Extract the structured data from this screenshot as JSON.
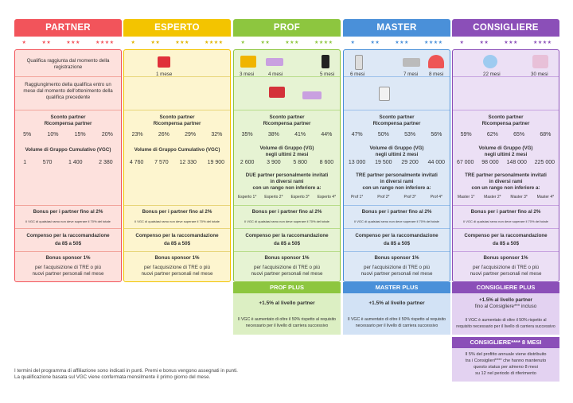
{
  "columns": [
    {
      "key": "partner",
      "title": "PARTNER",
      "color": "#f2545b",
      "light": "#fde1dd",
      "stars": [
        "★",
        "★★",
        "★★★",
        "★★★★"
      ],
      "qual_months": [],
      "discount_values": [
        "5%",
        "10%",
        "15%",
        "20%"
      ],
      "vgc_values": [
        "1",
        "570",
        "1 400",
        "2 380"
      ]
    },
    {
      "key": "esperto",
      "title": "ESPERTO",
      "color": "#f3c400",
      "light": "#fdf5cf",
      "stars": [
        "★",
        "★★",
        "★★★",
        "★★★★"
      ],
      "qual_months": [
        "1 mese"
      ],
      "discount_values": [
        "23%",
        "26%",
        "29%",
        "32%"
      ],
      "vgc_values": [
        "4 760",
        "7 570",
        "12 330",
        "19 900"
      ]
    },
    {
      "key": "prof",
      "title": "PROF",
      "color": "#8dc63f",
      "light": "#e6f3d3",
      "stars": [
        "★",
        "★★",
        "★★★",
        "★★★★"
      ],
      "qual_months": [
        "3 mesi",
        "4 mesi",
        "5 mesi"
      ],
      "discount_values": [
        "35%",
        "38%",
        "41%",
        "44%"
      ],
      "vg_values": [
        "2 600",
        "3 900",
        "5 800",
        "8 600"
      ],
      "invite_ranks": [
        "Esperto 1*",
        "Esperto 2*",
        "Esperto 3*",
        "Esperto 4*"
      ]
    },
    {
      "key": "master",
      "title": "MASTER",
      "color": "#4a90d9",
      "light": "#dde8f6",
      "stars": [
        "★",
        "★★",
        "★★★",
        "★★★★"
      ],
      "qual_months": [
        "6 mesi",
        "7 mesi",
        "8 mesi"
      ],
      "discount_values": [
        "47%",
        "50%",
        "53%",
        "56%"
      ],
      "vg_values": [
        "13 000",
        "19 500",
        "29 200",
        "44 000"
      ],
      "invite_ranks": [
        "Prof 1*",
        "Prof 2*",
        "Prof 3*",
        "Prof 4*"
      ]
    },
    {
      "key": "consigliere",
      "title": "CONSIGLIERE",
      "color": "#8b4fb8",
      "light": "#ece0f5",
      "stars": [
        "★",
        "★★",
        "★★★",
        "★★★★"
      ],
      "qual_months": [
        "22 mesi",
        "30 mesi"
      ],
      "discount_values": [
        "59%",
        "62%",
        "65%",
        "68%"
      ],
      "vg_values": [
        "67 000",
        "98 000",
        "148 000",
        "225 000"
      ],
      "invite_ranks": [
        "Master 1*",
        "Master 2*",
        "Master 3*",
        "Master 4*"
      ]
    }
  ],
  "labels": {
    "qual_reached": "Qualifica raggiunta dal momento della registrazione",
    "qual_within": "Raggiungimento della qualifica entro un mese dal momento dell'ottenimento della qualifica precedente",
    "discount_title_1": "Sconto partner",
    "discount_title_2": "Ricompensa partner",
    "vgc_title": "Volume di Gruppo Cumulativo (VGC)",
    "vg_title_1": "Volume di Gruppo (VG)",
    "vg_title_2": "negli ultimi 2 mesi",
    "prof_invite_1": "DUE partner personalmente invitati",
    "prof_invite_2": "in diversi rami",
    "prof_invite_3": "con un rango non inferiore a:",
    "master_invite_1": "TRE partner personalmente invitati",
    "master_invite_2": "in diversi rami",
    "master_invite_3": "con un rango non inferiore a:",
    "bonus_title": "Bonus per i partner fino al 2%",
    "bonus_note": "Il VGC di qualsiasi ramo non deve superare il 70% del totale",
    "referral_title": "Compenso per la raccomandazione",
    "referral_value": "da 8$ a 50$",
    "sponsor_title": "Bonus sponsor 1%",
    "sponsor_note_1": "per l'acquisizione di TRE o più",
    "sponsor_note_2": "nuovi partner personali nel mese"
  },
  "plus": {
    "prof": {
      "title": "PROF PLUS",
      "line1": "+1.5% al livello partner",
      "line2": "Il VGC è aumentato di oltre il 50% rispetto al requisito",
      "line3": "necessario per il livello di carriera successivo"
    },
    "master": {
      "title": "MASTER PLUS",
      "line1": "+1.5% al livello partner",
      "line2": "Il VGC è aumentato di oltre il 50% rispetto al requisito",
      "line3": "necessario per il livello di carriera successivo"
    },
    "consigliere": {
      "title": "CONSIGLIERE PLUS",
      "line1": "+1.5% al livello partner",
      "line1b": "fino al Consigliere*** incluso",
      "line2": "Il VGC è aumentato di oltre il 50% rispetto al",
      "line3": "requisito necessario per il livello di carriera successivo"
    },
    "consigliere4": {
      "title": "CONSIGLIERE**** 8 MESI",
      "line1": "Il 5% del profitto annuale viene distribuito",
      "line2": "tra i Consiglieri**** che hanno mantenuto",
      "line3": "questo status per almeno 8 mesi",
      "line4": "su 12 nel periodo di riferimento"
    }
  },
  "footer": {
    "line1": "I termini del programma di affiliazione sono indicati in punti. Premi e bonus vengono assegnati in punti.",
    "line2": "La qualificazione basata sul VGC viene confermata mensilmente il primo giorno del mese."
  }
}
